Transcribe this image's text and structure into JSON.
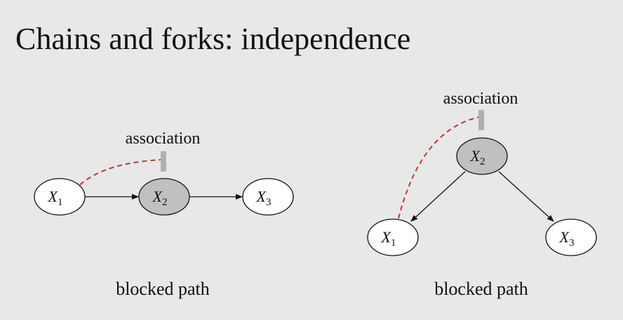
{
  "slide": {
    "title": "Chains and forks: independence"
  },
  "colors": {
    "background": "#e8e8e8",
    "node_fill": "#ffffff",
    "conditioned_fill": "#c0c0c0",
    "association_line": "#b83a3a",
    "blocker": "#b0b0b0"
  },
  "chain": {
    "association_label": "association",
    "caption": "blocked path",
    "nodes": [
      {
        "var": "X",
        "sub": "1",
        "conditioned": false
      },
      {
        "var": "X",
        "sub": "2",
        "conditioned": true
      },
      {
        "var": "X",
        "sub": "3",
        "conditioned": false
      }
    ]
  },
  "fork": {
    "association_label": "association",
    "caption": "blocked path",
    "nodes": [
      {
        "var": "X",
        "sub": "2",
        "conditioned": true
      },
      {
        "var": "X",
        "sub": "1",
        "conditioned": false
      },
      {
        "var": "X",
        "sub": "3",
        "conditioned": false
      }
    ]
  }
}
